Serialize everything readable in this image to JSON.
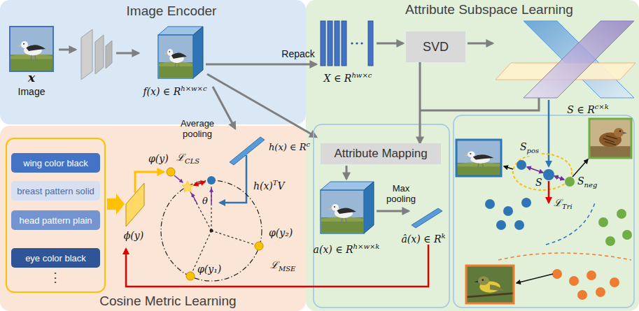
{
  "diagram": {
    "nodes": [
      {
        "text": [
          "Image Encoder"
        ]
      },
      {
        "text": [
          "Attribute Subspace Learning"
        ]
      },
      {
        "text": [
          "SVD"
        ],
        "in": 1
      },
      {
        "text": [
          "Attribute Mapping"
        ],
        "in": 1
      },
      {
        "text": [
          "Cosine Metric Learning"
        ]
      },
      {
        "text": [
          "⋮"
        ],
        "in": 4
      },
      {
        "text": [
          "wing color black"
        ],
        "in": 5
      },
      {
        "text": [
          "breast pattern solid"
        ],
        "in": 5
      },
      {
        "text": [
          "head pattern plain"
        ],
        "in": 5
      },
      {
        "text": [
          "eye color black"
        ],
        "in": 5
      }
    ],
    "edges": [
      {
        "from": 2,
        "to": 3,
        "arrow": "to"
      }
    ],
    "labels": [
      "x",
      "Image",
      "f(x) ∈ R",
      "h×w×c",
      "Repack",
      "X ∈ R",
      "hw×c",
      "S ∈ R",
      "c×k",
      "Average pooling",
      "h(x) ∈ R",
      "c",
      "h(x)",
      "T",
      "V",
      "φ(y)",
      "ℒ",
      "CLS",
      "θ",
      "φ(y₂)",
      "φ(y₁)",
      "ϕ(y)",
      "ℒ",
      "MSE",
      "a(x) ∈ R",
      "h×w×k",
      "Max pooling",
      "â(x) ∈ R",
      "k",
      "S",
      "pos",
      "S",
      "neg",
      "S",
      "ℒ",
      "Tri"
    ]
  }
}
